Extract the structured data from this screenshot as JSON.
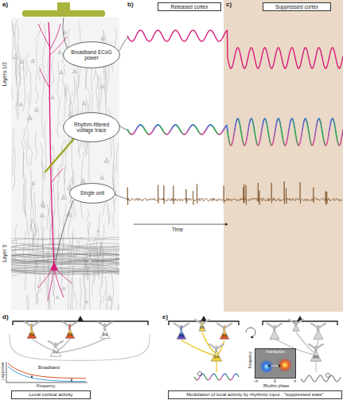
{
  "diagram": {
    "nodes": [
      {
        "text": [
          "Released cortex"
        ]
      },
      {
        "text": [
          "Suppressed cortex"
        ]
      },
      {
        "text": [
          "Broadband ECoG power"
        ]
      },
      {
        "text": [
          "Rhythm-filtered voltage trace"
        ]
      },
      {
        "text": [
          "Single unit"
        ]
      },
      {
        "text": [
          "Interaction"
        ]
      },
      {
        "text": [
          "Local cortical activity"
        ]
      },
      {
        "text": [
          "Modulation of local activity by rhythmic input · \"suppressed state\""
        ]
      }
    ],
    "labels": [
      "a)",
      "b)",
      "c)",
      "Layers 1/2",
      "Time",
      "Layer 3",
      "d)",
      "P4",
      "P4",
      "P4",
      "P4",
      "Broadband",
      "Log power",
      "Frequency",
      "e)",
      "P4",
      "P4",
      "P4",
      "P4",
      "P4",
      "Frequency",
      "−π",
      "0",
      "π",
      "Rhythm phase"
    ]
  }
}
